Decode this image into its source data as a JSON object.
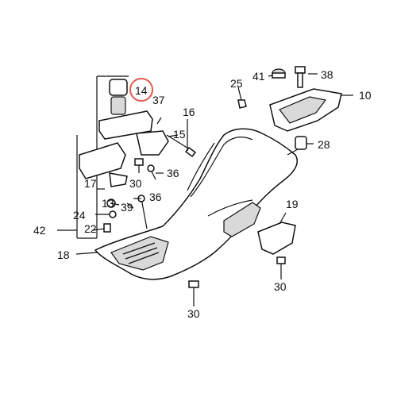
{
  "parts": {
    "p41": "41",
    "p38": "38",
    "p25": "25",
    "p10": "10",
    "p14": "14",
    "p37": "37",
    "p16": "16",
    "p15": "15",
    "p28": "28",
    "p36a": "36",
    "p30a": "30",
    "p17": "17",
    "p36b": "36",
    "p13": "13",
    "p39": "39",
    "p24": "24",
    "p22": "22",
    "p42": "42",
    "p19": "19",
    "p18": "18",
    "p30b": "30",
    "p30c": "30"
  },
  "highlight": {
    "part": "14",
    "color": "#e05a4f"
  }
}
